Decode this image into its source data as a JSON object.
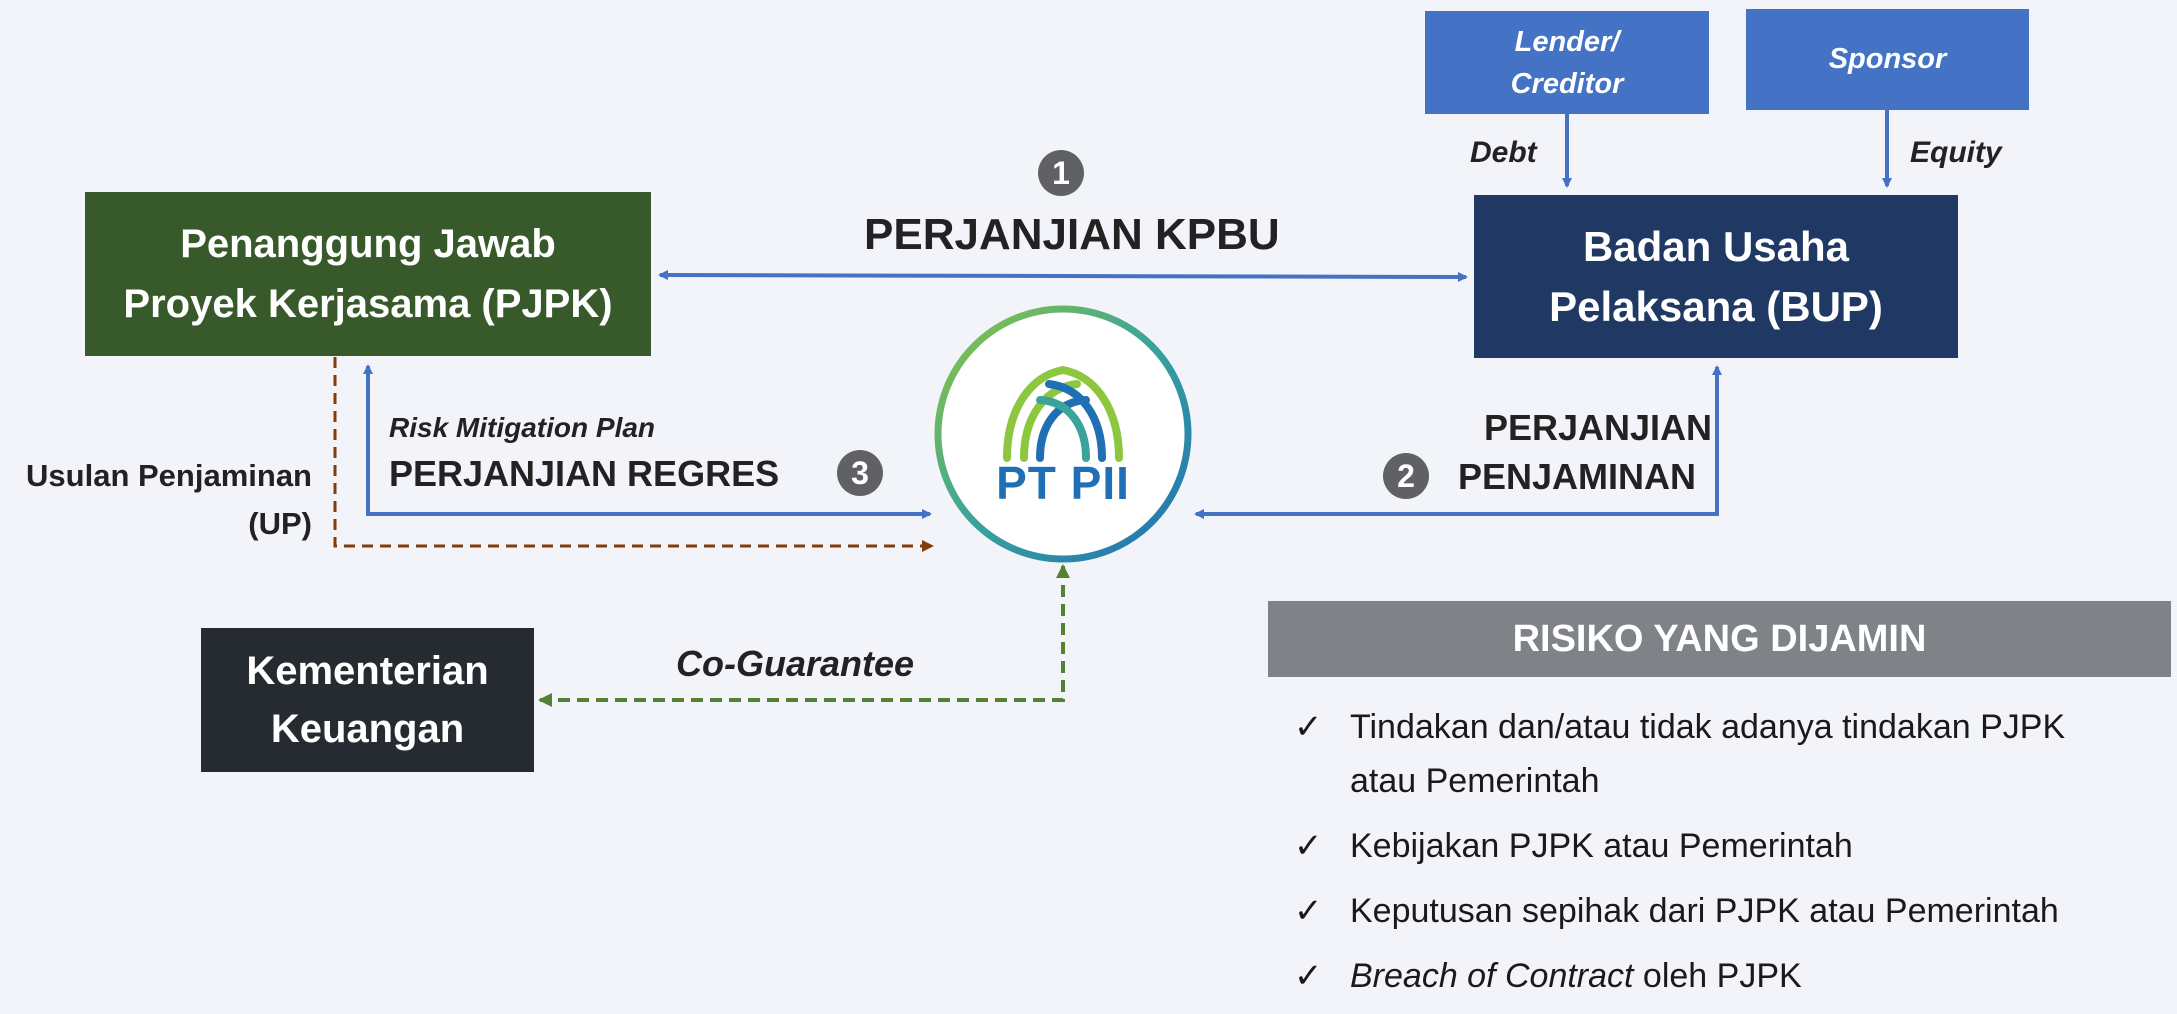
{
  "boxes": {
    "pjpk": {
      "line1": "Penanggung Jawab",
      "line2": "Proyek Kerjasama (PJPK)"
    },
    "bup": {
      "line1": "Badan Usaha",
      "line2": "Pelaksana (BUP)"
    },
    "lender": {
      "line1": "Lender/",
      "line2": "Creditor"
    },
    "sponsor": {
      "label": "Sponsor"
    },
    "kemenkeu": {
      "line1": "Kementerian",
      "line2": "Keuangan"
    }
  },
  "logo": {
    "text": "PT PII"
  },
  "labels": {
    "debt": "Debt",
    "equity": "Equity",
    "perjanjian_kpbu": "PERJANJIAN KPBU",
    "risk_mitigation": "Risk Mitigation Plan",
    "perjanjian_regres": "PERJANJIAN REGRES",
    "perjanjian_penjaminan_1": "PERJANJIAN",
    "perjanjian_penjaminan_2": "PENJAMINAN",
    "usulan_1": "Usulan Penjaminan",
    "usulan_2": "(UP)",
    "co_guarantee": "Co-Guarantee"
  },
  "steps": {
    "one": "1",
    "two": "2",
    "three": "3"
  },
  "risk_panel": {
    "title": "RISIKO YANG DIJAMIN",
    "check_symbol": "✓",
    "items": [
      {
        "text_a": "Tindakan dan/atau tidak adanya tindakan PJPK",
        "text_b": "atau Pemerintah"
      },
      {
        "text": "Kebijakan PJPK atau Pemerintah"
      },
      {
        "text": "Keputusan sepihak dari PJPK atau Pemerintah"
      },
      {
        "italic": "Breach of Contract",
        "rest": " oleh PJPK"
      }
    ]
  },
  "colors": {
    "pjpk": "#385a2b",
    "bup": "#203864",
    "lender": "#4472c4",
    "kemenkeu": "#262b31",
    "arrow_blue": "#4472c4",
    "arrow_brown": "#843c0c",
    "arrow_green": "#548235",
    "panel_header": "#7f8287"
  }
}
